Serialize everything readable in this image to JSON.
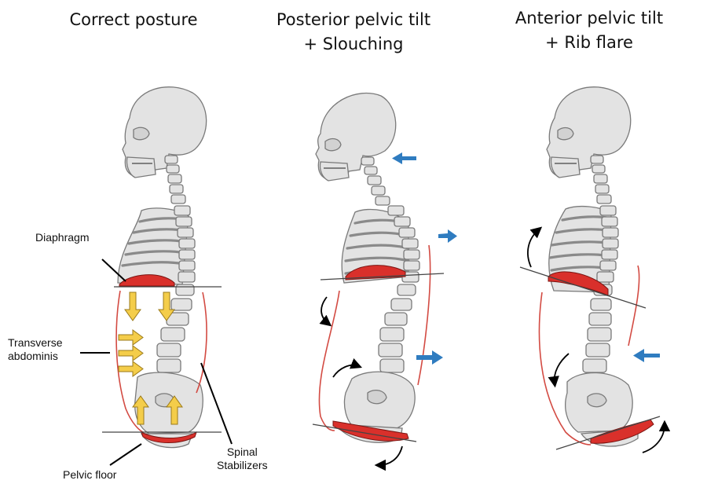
{
  "panels": [
    {
      "title_line1": "Correct posture",
      "title_line2": ""
    },
    {
      "title_line1": "Posterior pelvic tilt",
      "title_line2": "+ Slouching"
    },
    {
      "title_line1": "Anterior pelvic tilt",
      "title_line2": "+ Rib flare"
    }
  ],
  "labels": {
    "diaphragm": "Diaphragm",
    "transverse_line1": "Transverse",
    "transverse_line2": "abdominis",
    "pelvic_floor": "Pelvic floor",
    "spinal_line1": "Spinal",
    "spinal_line2": "Stabilizers"
  },
  "colors": {
    "muscle_red": "#d9302b",
    "arrow_yellow": "#f4cd4a",
    "arrow_blue": "#2f7cc0",
    "bone_grey": "#e3e3e3"
  }
}
